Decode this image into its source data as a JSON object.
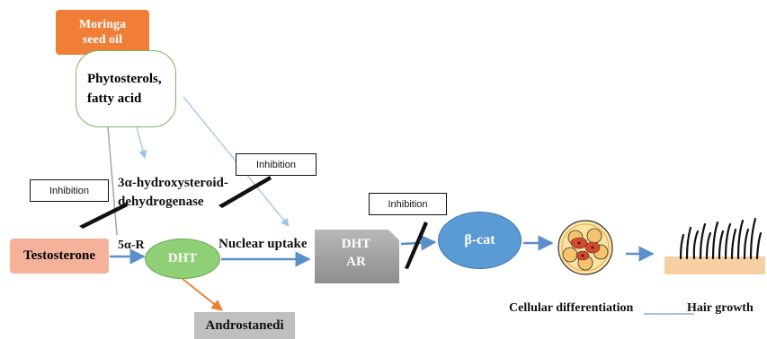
{
  "nodes": {
    "moringa": "Moringa seed oil",
    "phytosterols": "Phytosterols, fatty acid",
    "enzyme": "3α-hydroxysteroid-dehydrogenase",
    "testosterone": "Testosterone",
    "five_ar": "5α-R",
    "dht": "DHT",
    "nuclear_uptake": "Nuclear uptake",
    "dht_ar_line1": "DHT",
    "dht_ar_line2": "AR",
    "beta_cat": "β-cat",
    "androstanediol": "Androstanedi",
    "cellular_differentiation": "Cellular differentiation",
    "hair_growth": "Hair growth"
  },
  "inhibition_labels": [
    "Inhibition",
    "Inhibition",
    "Inhibition"
  ],
  "colors": {
    "moringa": "#f07e37",
    "testosterone": "#f4b29a",
    "dht": "#8fcf75",
    "beta_cat": "#5b9bd5",
    "androstanediol": "#bfbfbf",
    "arrow_main": "#5b8fc9",
    "arrow_orange": "#ed7d31",
    "arrow_light": "#9dc3e6"
  },
  "icons": [
    "cell-cluster-icon",
    "hair-follicle-icon"
  ]
}
